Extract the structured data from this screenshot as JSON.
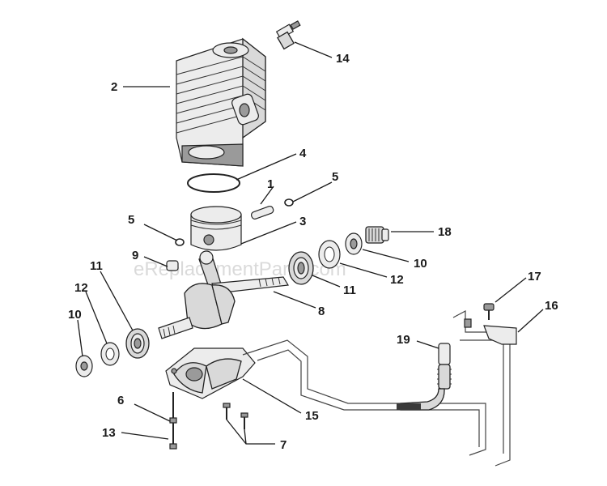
{
  "watermark": "eReplacementParts.com",
  "callouts": [
    {
      "id": "c14",
      "label": "14"
    },
    {
      "id": "c2",
      "label": "2"
    },
    {
      "id": "c4",
      "label": "4"
    },
    {
      "id": "c1",
      "label": "1"
    },
    {
      "id": "c5a",
      "label": "5"
    },
    {
      "id": "c5b",
      "label": "5"
    },
    {
      "id": "c3",
      "label": "3"
    },
    {
      "id": "c18",
      "label": "18"
    },
    {
      "id": "c9",
      "label": "9"
    },
    {
      "id": "c10a",
      "label": "10"
    },
    {
      "id": "c11a",
      "label": "11"
    },
    {
      "id": "c12a",
      "label": "12"
    },
    {
      "id": "c11b",
      "label": "11"
    },
    {
      "id": "c12b",
      "label": "12"
    },
    {
      "id": "c8",
      "label": "8"
    },
    {
      "id": "c10b",
      "label": "10"
    },
    {
      "id": "c17",
      "label": "17"
    },
    {
      "id": "c16",
      "label": "16"
    },
    {
      "id": "c19",
      "label": "19"
    },
    {
      "id": "c6",
      "label": "6"
    },
    {
      "id": "c15",
      "label": "15"
    },
    {
      "id": "c13",
      "label": "13"
    },
    {
      "id": "c7",
      "label": "7"
    }
  ]
}
